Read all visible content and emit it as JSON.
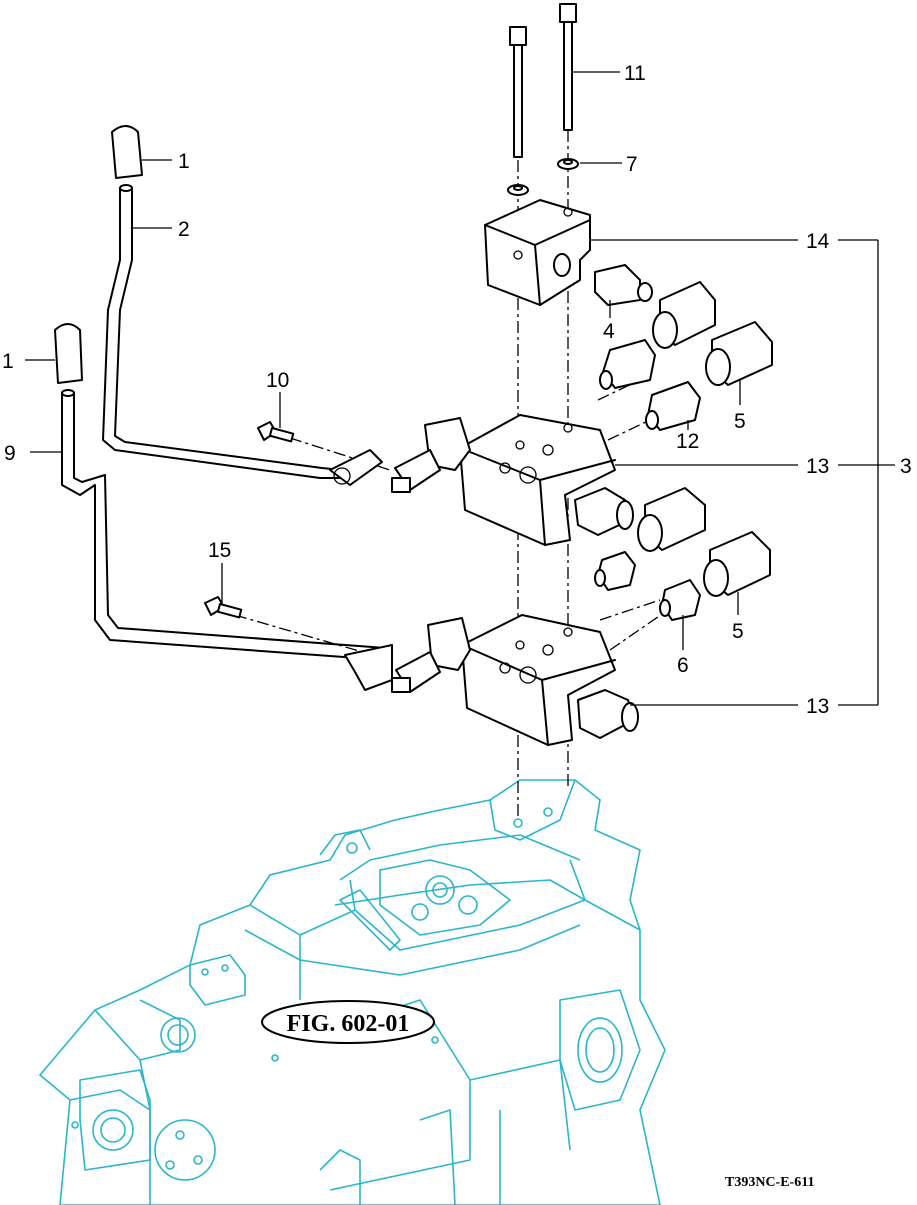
{
  "callouts": {
    "c1a": "1",
    "c2": "2",
    "c1b": "1",
    "c9": "9",
    "c10": "10",
    "c15": "15",
    "c11": "11",
    "c7": "7",
    "c14": "14",
    "c4": "4",
    "c5a": "5",
    "c12": "12",
    "c13a": "13",
    "c3": "3",
    "c5b": "5",
    "c6": "6",
    "c13b": "13"
  },
  "figure_label": "FIG. 602-01",
  "drawing_code": "T393NC-E-611",
  "colors": {
    "line": "#000000",
    "housing": "#2ab6c8",
    "background": "#ffffff"
  }
}
